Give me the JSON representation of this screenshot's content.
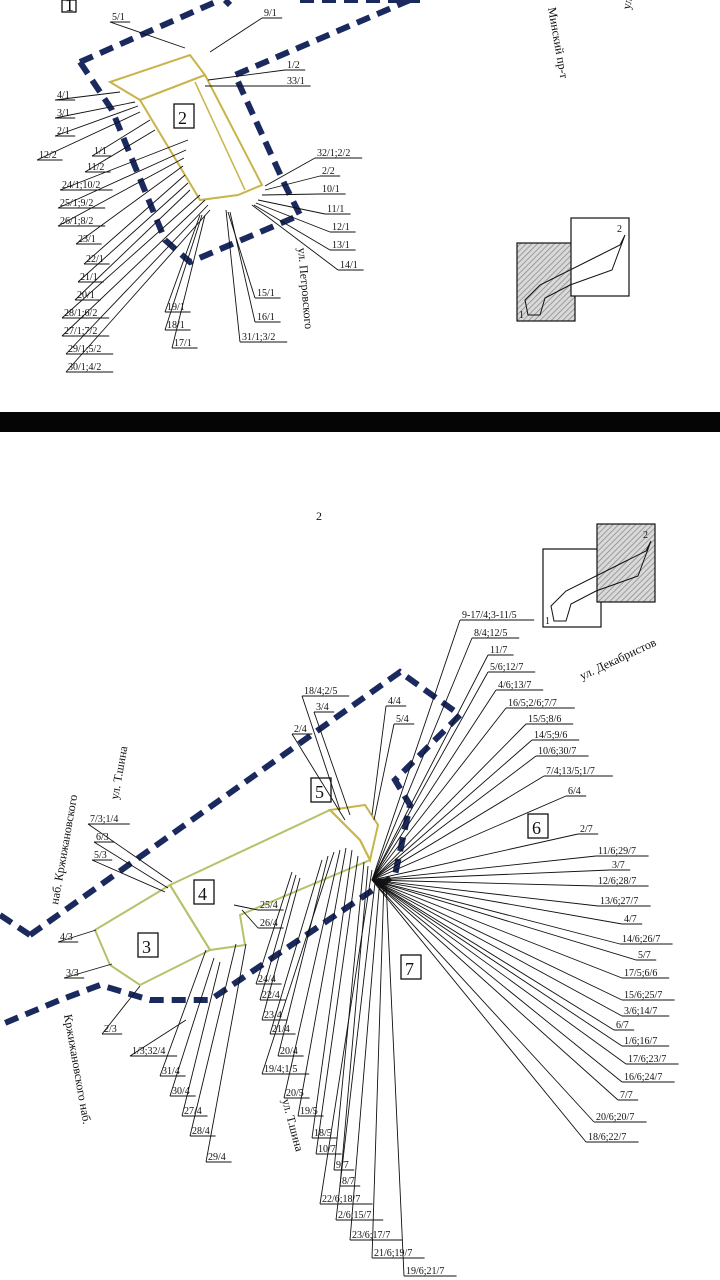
{
  "colors": {
    "boundary": "#1b2a5e",
    "parcel": "#c9b44a",
    "parcel2": "#b8c06a",
    "ink": "#111111",
    "divider": "#050505",
    "hatch": "#888888"
  },
  "panels": [
    {
      "id": "top",
      "streets": [
        {
          "text": "Минский пр-т"
        },
        {
          "text": "ул. Куп"
        },
        {
          "text": "ул. Петровского"
        }
      ],
      "blocks": [
        {
          "label": "1"
        },
        {
          "label": "2"
        }
      ],
      "minimap": {
        "labels": [
          "1",
          "2"
        ],
        "shaded": "1"
      },
      "leaders": [
        "5/1",
        "9/1",
        "1/2",
        "33/1",
        "4/1",
        "3/1",
        "2/1",
        "12/2",
        "1/1",
        "11/2",
        "24/1;10/2",
        "25/1;9/2",
        "26/1;8/2",
        "23/1",
        "22/1",
        "21/1",
        "20/1",
        "28/1;6/2",
        "27/1;7/2",
        "29/1;5/2",
        "30/1;4/2",
        "19/1",
        "18/1",
        "17/1",
        "15/1",
        "16/1",
        "31/1;3/2",
        "32/1;2/2",
        "2/2",
        "10/1",
        "11/1",
        "12/1",
        "13/1",
        "14/1"
      ]
    },
    {
      "id": "bottom",
      "page_number": "2",
      "streets": [
        {
          "text": "ул. Декабристов"
        },
        {
          "text": "ул. Т.шина"
        },
        {
          "text": "наб. Кржижановского"
        },
        {
          "text": "Кржижановского наб."
        },
        {
          "text": "ул. Т.шина"
        }
      ],
      "blocks": [
        {
          "label": "3"
        },
        {
          "label": "4"
        },
        {
          "label": "5"
        },
        {
          "label": "6"
        },
        {
          "label": "7"
        }
      ],
      "minimap": {
        "labels": [
          "1",
          "2"
        ],
        "shaded": "2"
      },
      "leaders": [
        "9-17/4;3-11/5",
        "8/4;12/5",
        "11/7",
        "5/6;12/7",
        "4/6;13/7",
        "16/5;2/6;7/7",
        "15/5;8/6",
        "14/5;9/6",
        "10/6;30/7",
        "7/4;13/5;1/7",
        "6/4",
        "2/7",
        "11/6;29/7",
        "3/7",
        "12/6;28/7",
        "13/6;27/7",
        "4/7",
        "14/6;26/7",
        "5/7",
        "17/5;6/6",
        "15/6;25/7",
        "3/6;14/7",
        "6/7",
        "1/6;16/7",
        "17/6;23/7",
        "16/6;24/7",
        "7/7",
        "20/6;20/7",
        "18/6;22/7",
        "18/4;2/5",
        "3/4",
        "2/4",
        "4/4",
        "5/4",
        "7/3;1/4",
        "6/3",
        "5/3",
        "4/3",
        "3/3",
        "2/3",
        "1/3;32/4",
        "31/4",
        "30/4",
        "27/4",
        "28/4",
        "29/4",
        "25/4",
        "26/4",
        "24/4",
        "22/4",
        "23/4",
        "21/4",
        "20/4",
        "19/4;1/5",
        "20/5",
        "19/5",
        "18/5",
        "10/7",
        "9/7",
        "8/7",
        "22/6;18/7",
        "2/6;15/7",
        "23/6;17/7",
        "21/6;19/7",
        "19/6;21/7"
      ]
    }
  ]
}
